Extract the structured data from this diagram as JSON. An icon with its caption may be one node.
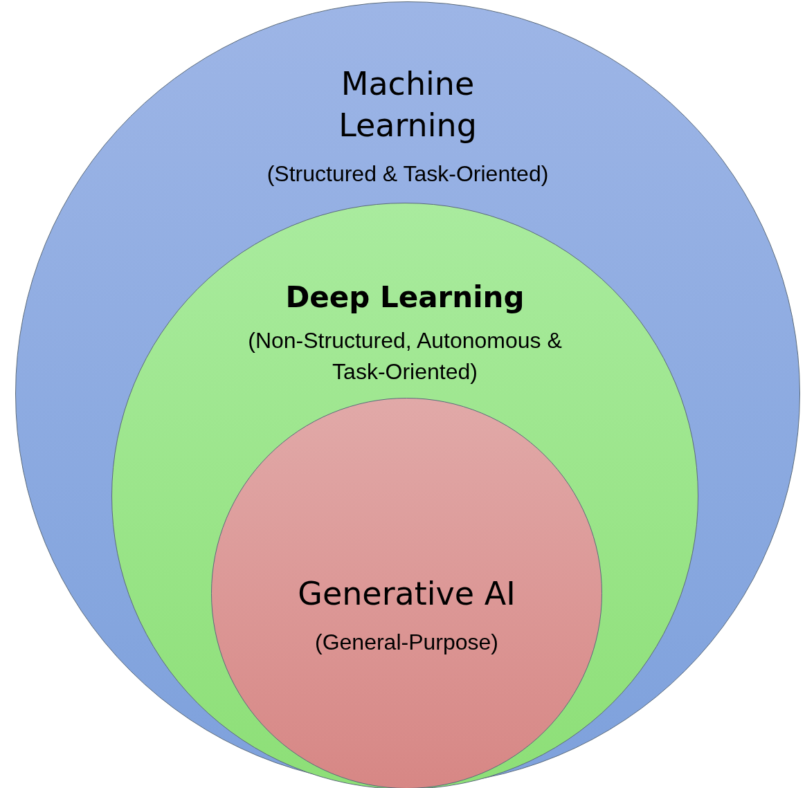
{
  "diagram": {
    "nodes": [
      {
        "text": [
          "Machine Learning",
          "(Structured & Task-Oriented)"
        ]
      },
      {
        "text": [
          "Deep Learning",
          "(Non-Structured, Autonomous & Task-Oriented)"
        ],
        "in": 0
      },
      {
        "text": [
          "Generative AI",
          "(General-Purpose)"
        ],
        "in": 1
      }
    ]
  }
}
